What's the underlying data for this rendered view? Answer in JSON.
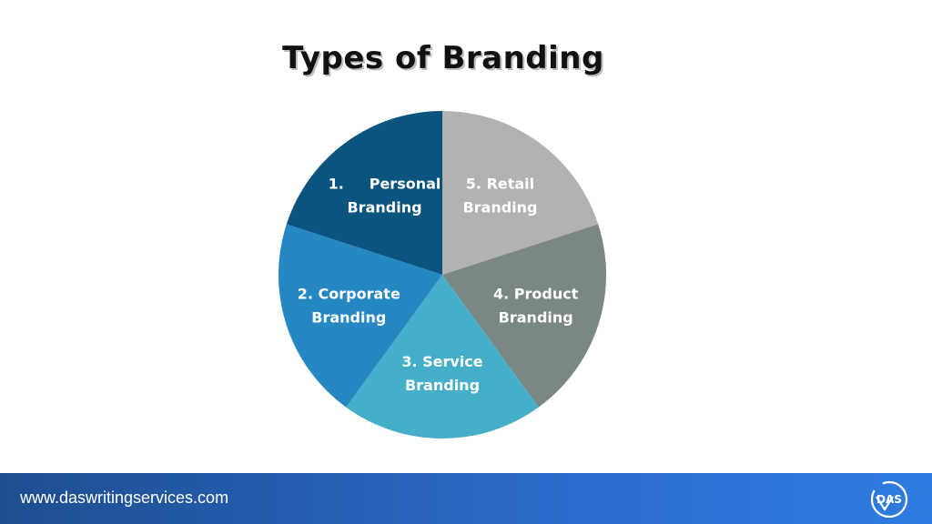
{
  "chart_data": {
    "type": "pie",
    "title": "Types of Branding",
    "slices": [
      {
        "label": "5. Retail Branding",
        "lines": [
          "5. Retail",
          "Branding"
        ],
        "value": 1,
        "color": "#b2b2b2"
      },
      {
        "label": "4. Product Branding",
        "lines": [
          "4. Product",
          "Branding"
        ],
        "value": 1,
        "color": "#798785"
      },
      {
        "label": "3. Service Branding",
        "lines": [
          "3. Service",
          "Branding"
        ],
        "value": 1,
        "color": "#45aec8"
      },
      {
        "label": "2. Corporate Branding",
        "lines": [
          "2. Corporate",
          "Branding"
        ],
        "value": 1,
        "color": "#2588c2"
      },
      {
        "label": "1. Personal Branding",
        "lines": [
          "1.     Personal",
          "Branding"
        ],
        "value": 1,
        "color": "#0b547f"
      }
    ]
  },
  "footer": {
    "url": "www.daswritingservices.com",
    "logo_text": "DAS"
  }
}
